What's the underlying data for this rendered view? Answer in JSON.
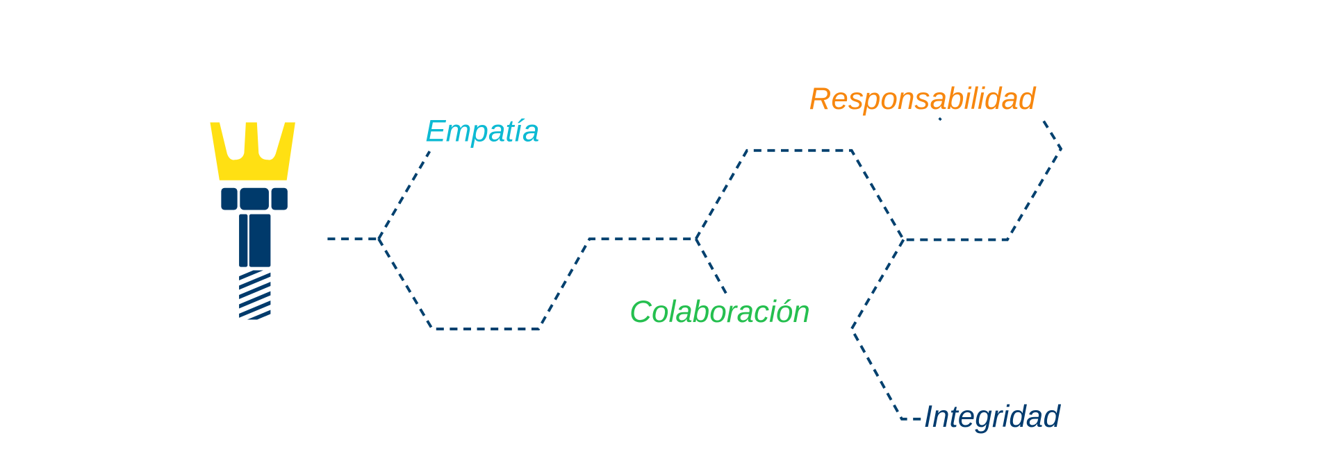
{
  "labels": {
    "empatia": "Empatía",
    "colaboracion": "Colaboración",
    "responsabilidad": "Responsabilidad",
    "integridad": "Integridad"
  },
  "colors": {
    "empatia": "#0dbad3",
    "colaboracion": "#25bf4f",
    "responsabilidad": "#f7870f",
    "integridad": "#003b6e",
    "line": "#00406e",
    "crown": "#ffe013",
    "bolt": "#003a6b"
  },
  "icons": {
    "logo": "bolt-crown-logo"
  }
}
